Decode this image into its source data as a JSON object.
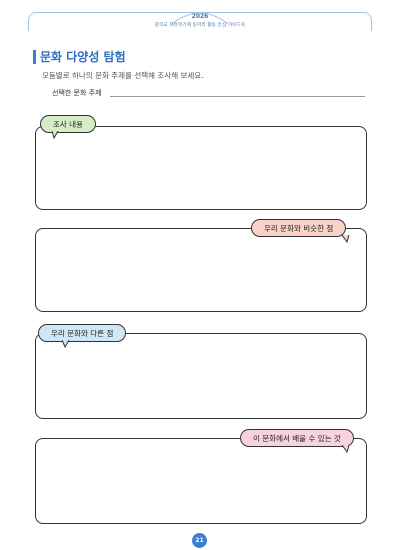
{
  "header": {
    "year": "2026",
    "subtitle": "중학교 자유학기제 동아리 활동 안심 가이드북"
  },
  "section": {
    "title": "문화 다양성 탐험",
    "instruction": "모둠별로 하나의 문화 주제를 선택해 조사해 보세요.",
    "selected_label": "선택한 문화 주제"
  },
  "boxes": [
    {
      "label": "조사 내용",
      "color": "#d6ecc4"
    },
    {
      "label": "우리 문화와 비슷한 점",
      "color": "#f8d2c8"
    },
    {
      "label": "우리 문화와 다른 점",
      "color": "#cfe6f7"
    },
    {
      "label": "이 문화에서 배울 수 있는 것",
      "color": "#f7d3dd"
    }
  ],
  "footer": {
    "page_number": "21"
  }
}
